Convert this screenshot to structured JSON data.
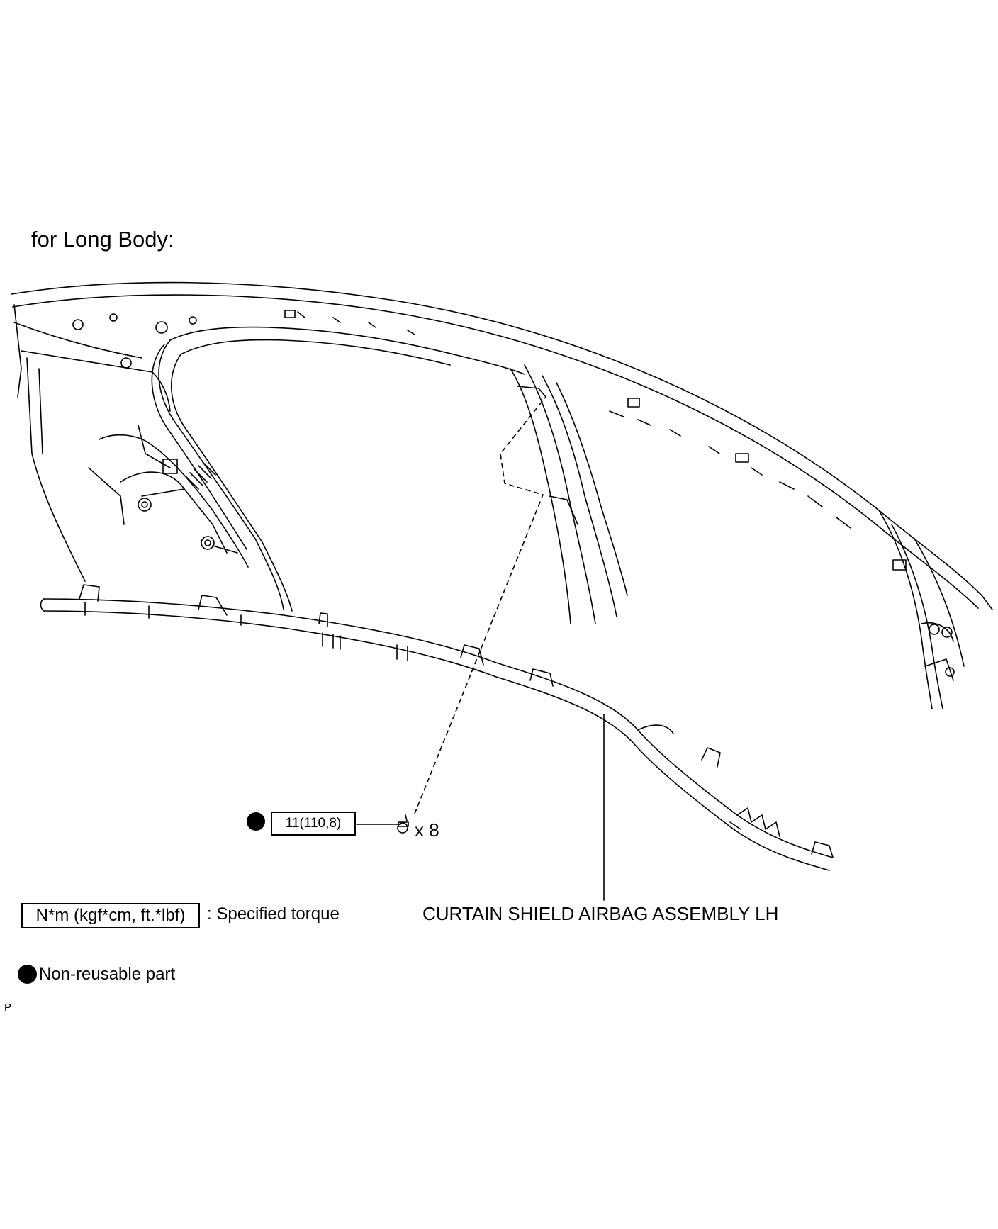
{
  "diagram": {
    "heading": "for Long Body:",
    "torque_value": "11(110,8)",
    "bolt_count": "x 8",
    "part_label": "CURTAIN SHIELD AIRBAG ASSEMBLY LH",
    "legend": {
      "torque_unit": "N*m (kgf*cm, ft.*lbf)",
      "torque_description": ": Specified torque",
      "non_reusable": "Non-reusable part"
    },
    "illustration_code": "P",
    "line_color": "#000000",
    "background_color": "#ffffff"
  }
}
